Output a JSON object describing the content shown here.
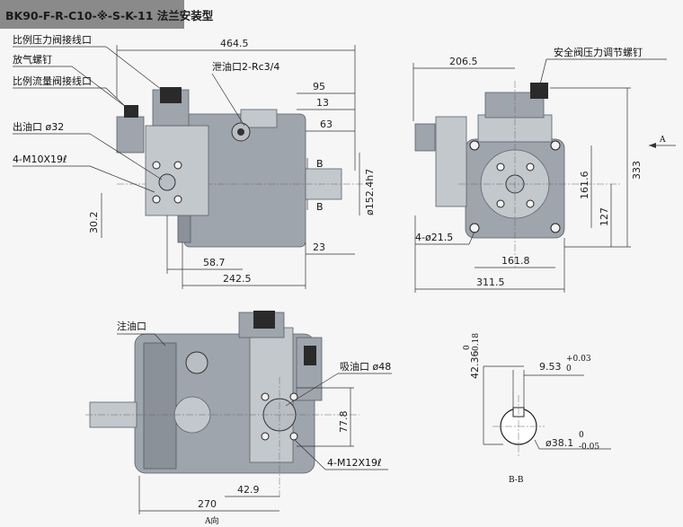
{
  "title": "BK90-F-R-C10-※-S-K-11  法兰安装型",
  "front_view": {
    "callouts": {
      "pressure_valve_connector": "比例压力阀接线口",
      "vent_screw": "放气螺钉",
      "flow_valve_connector": "比例流量阀接线口",
      "outlet_port": "出油口 ø32",
      "thread_spec": "4-M10X19ℓ",
      "drain_port": "泄油口2-Rc3/4"
    },
    "dims": {
      "overall_length": "464.5",
      "d95": "95",
      "d13": "13",
      "d63": "63",
      "shaft_diameter": "ø152.4h7",
      "d23": "23",
      "d30_2": "30.2",
      "d58_7": "58.7",
      "d242_5": "242.5"
    },
    "section_mark": "B"
  },
  "side_view": {
    "callouts": {
      "relief_screw": "安全阀压力调节螺钉",
      "mount_holes": "4-ø21.5"
    },
    "dims": {
      "width_206_5": "206.5",
      "height_333": "333",
      "d161_6": "161.6",
      "d127": "127",
      "d161_8": "161.8",
      "width_311_5": "311.5"
    },
    "view_mark": "A"
  },
  "bottom_view": {
    "callouts": {
      "fill_port": "注油口",
      "suction_port": "吸油口 ø48",
      "suction_threads": "4-M12X19ℓ"
    },
    "dims": {
      "d77_8": "77.8",
      "d42_9": "42.9",
      "d270": "270"
    },
    "view_caption": "A向"
  },
  "section_bb": {
    "caption": "B-B",
    "key_height": "42.36",
    "key_height_tol_up": "0",
    "key_height_tol_low": "-0.18",
    "key_width": "9.53",
    "key_width_tol_up": "+0.03",
    "key_width_tol_low": "0",
    "shaft_dia": "ø38.1",
    "shaft_dia_tol_up": "0",
    "shaft_dia_tol_low": "-0.05"
  },
  "colors": {
    "title_bg": "#8a8a8a",
    "body": "#9ea5ad",
    "background": "#f6f6f6"
  }
}
